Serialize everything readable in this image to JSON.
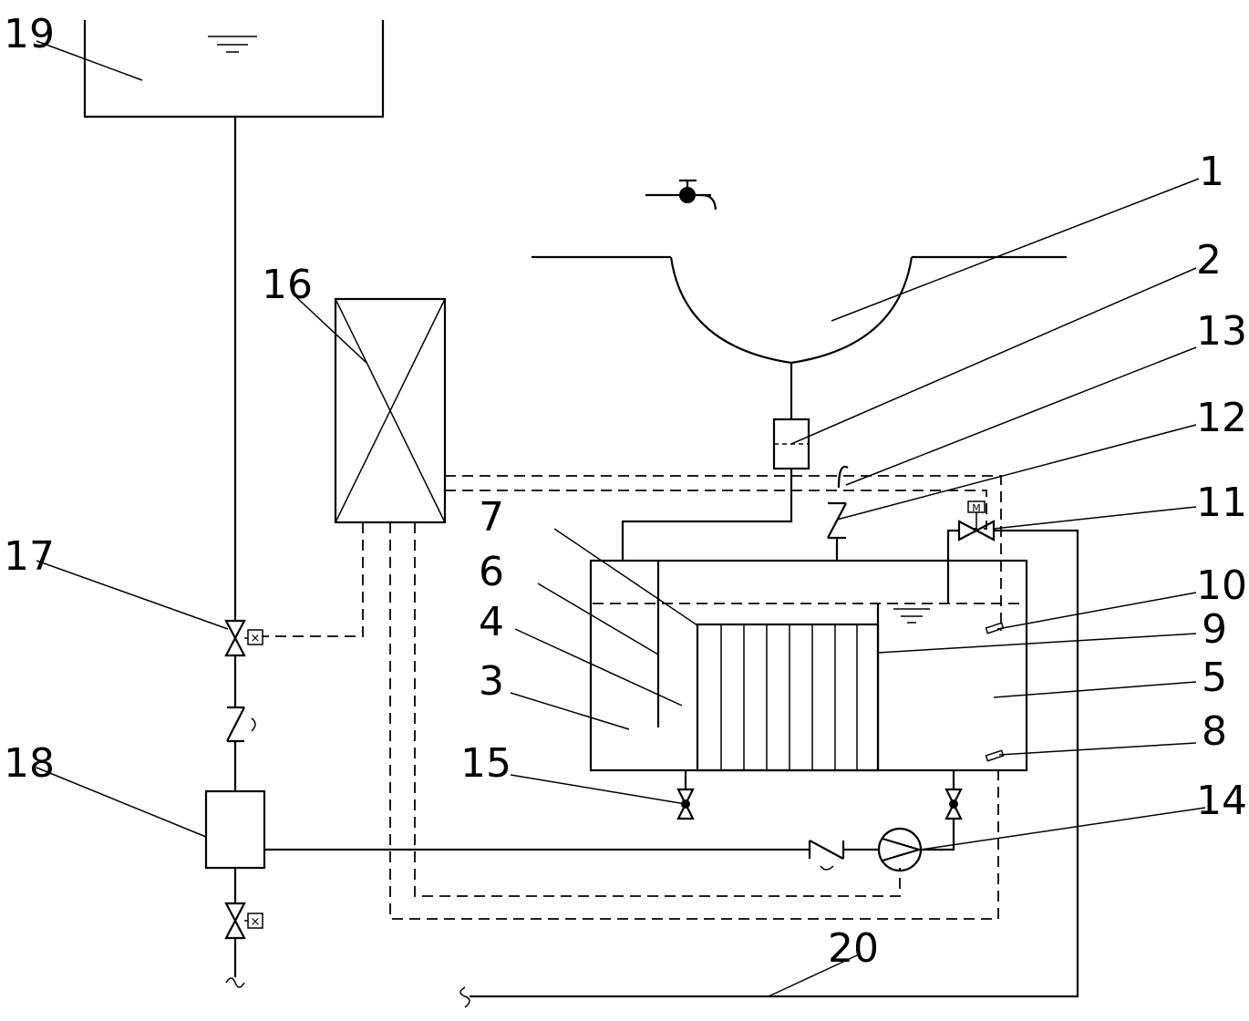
{
  "diagram": {
    "labels": {
      "l1": "1",
      "l2": "2",
      "l3": "3",
      "l4": "4",
      "l5": "5",
      "l6": "6",
      "l7": "7",
      "l8": "8",
      "l9": "9",
      "l10": "10",
      "l11": "11",
      "l12": "12",
      "l13": "13",
      "l14": "14",
      "l15": "15",
      "l16": "16",
      "l17": "17",
      "l18": "18",
      "l19": "19",
      "l20": "20"
    },
    "valve_marks": {
      "motor": "M",
      "solenoid": "×"
    }
  }
}
